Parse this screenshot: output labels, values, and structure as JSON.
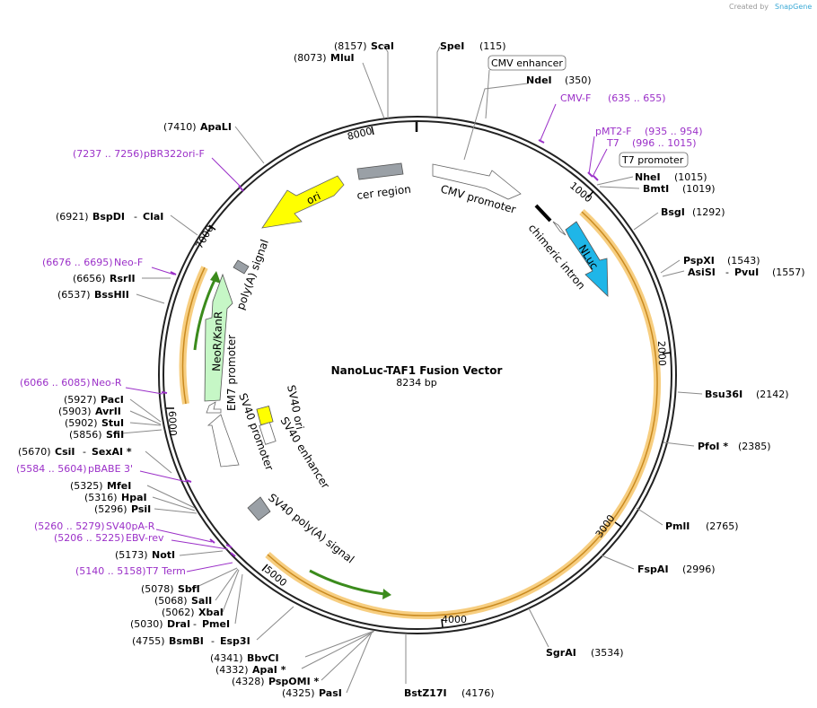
{
  "credit": {
    "prefix": "Created by",
    "brand": "SnapGene"
  },
  "map": {
    "title": "NanoLuc-TAF1 Fusion Vector",
    "length_label": "8234 bp",
    "total_bp": 8234,
    "ticks": [
      "1000",
      "2000",
      "3000",
      "4000",
      "5000",
      "6000",
      "7000",
      "8000"
    ],
    "colors": {
      "primer": "#9b30c8",
      "ori": "#ffff00",
      "nluc": "#1fb6e8",
      "orf": "#f6c66a",
      "resistance": "#c6f7c6",
      "terminator": "#9aa0a6"
    }
  },
  "features": [
    {
      "label": "CMV enhancer",
      "boxed": true
    },
    {
      "label": "CMV promoter"
    },
    {
      "label": "chimeric intron"
    },
    {
      "label": "NLuc"
    },
    {
      "label": "T7 promoter",
      "boxed": true
    },
    {
      "label": "cer region"
    },
    {
      "label": "ori"
    },
    {
      "label": "poly(A) signal"
    },
    {
      "label": "NeoR/KanR"
    },
    {
      "label": "EM7 promoter"
    },
    {
      "label": "SV40 promoter"
    },
    {
      "label": "SV40 ori"
    },
    {
      "label": "SV40 enhancer"
    },
    {
      "label": "SV40 poly(A) signal"
    }
  ],
  "sites": [
    {
      "pos": "(8157)",
      "name": "ScaI"
    },
    {
      "pos": "(8073)",
      "name": "MluI"
    },
    {
      "pos": "(115)",
      "name": "SpeI"
    },
    {
      "pos": "(350)",
      "name": "NdeI"
    },
    {
      "pos": "(7410)",
      "name": "ApaLI"
    },
    {
      "pos": "(1015)",
      "name": "NheI"
    },
    {
      "pos": "(1019)",
      "name": "BmtI"
    },
    {
      "pos": "(1292)",
      "name": "BsgI"
    },
    {
      "pos": "(6921)",
      "name": "BspDI",
      "name2": "ClaI"
    },
    {
      "pos": "(1543)",
      "name": "PspXI"
    },
    {
      "pos": "(1557)",
      "name": "AsiSI",
      "name2": "PvuI"
    },
    {
      "pos": "(6656)",
      "name": "RsrII"
    },
    {
      "pos": "(6537)",
      "name": "BssHII"
    },
    {
      "pos": "(2142)",
      "name": "Bsu36I"
    },
    {
      "pos": "(5927)",
      "name": "PacI"
    },
    {
      "pos": "(5903)",
      "name": "AvrII"
    },
    {
      "pos": "(5902)",
      "name": "StuI"
    },
    {
      "pos": "(5856)",
      "name": "SfiI"
    },
    {
      "pos": "(2385)",
      "name": "PfoI *"
    },
    {
      "pos": "(5670)",
      "name": "CsiI",
      "name2": "SexAI *"
    },
    {
      "pos": "(5325)",
      "name": "MfeI"
    },
    {
      "pos": "(5316)",
      "name": "HpaI"
    },
    {
      "pos": "(5296)",
      "name": "PsiI"
    },
    {
      "pos": "(2765)",
      "name": "PmlI"
    },
    {
      "pos": "(5173)",
      "name": "NotI"
    },
    {
      "pos": "(2996)",
      "name": "FspAI"
    },
    {
      "pos": "(5078)",
      "name": "SbfI"
    },
    {
      "pos": "(5068)",
      "name": "SalI"
    },
    {
      "pos": "(5062)",
      "name": "XbaI"
    },
    {
      "pos": "(5030)",
      "name": "DraI",
      "name2": "PmeI"
    },
    {
      "pos": "(4755)",
      "name": "BsmBI",
      "name2": "Esp3I"
    },
    {
      "pos": "(3534)",
      "name": "SgrAI"
    },
    {
      "pos": "(4341)",
      "name": "BbvCI"
    },
    {
      "pos": "(4332)",
      "name": "ApaI *"
    },
    {
      "pos": "(4328)",
      "name": "PspOMI *"
    },
    {
      "pos": "(4325)",
      "name": "PasI"
    },
    {
      "pos": "(4176)",
      "name": "BstZ17I"
    }
  ],
  "primers": [
    {
      "name": "CMV-F",
      "range": "(635 .. 655)"
    },
    {
      "name": "pMT2-F",
      "range": "(935 .. 954)"
    },
    {
      "name": "T7",
      "range": "(996 .. 1015)"
    },
    {
      "name": "pBR322ori-F",
      "range": "(7237 .. 7256)"
    },
    {
      "name": "Neo-F",
      "range": "(6676 .. 6695)"
    },
    {
      "name": "Neo-R",
      "range": "(6066 .. 6085)"
    },
    {
      "name": "pBABE 3'",
      "range": "(5584 .. 5604)"
    },
    {
      "name": "SV40pA-R",
      "range": "(5260 .. 5279)"
    },
    {
      "name": "EBV-rev",
      "range": "(5206 .. 5225)"
    },
    {
      "name": "T7 Term",
      "range": "(5140 .. 5158)"
    }
  ]
}
